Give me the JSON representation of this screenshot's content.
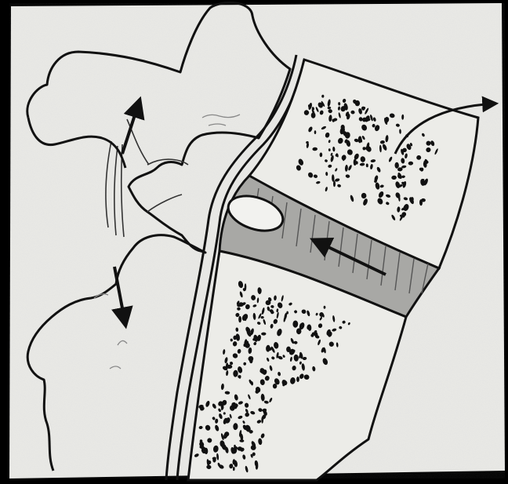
{
  "figure": {
    "style": "pen-and-ink anatomical drawing, black and white",
    "colors": {
      "border": "#000000",
      "paper": "#e9e9e6",
      "ink": "#111111",
      "disc_shade": "#a8a8a5",
      "foramen_fill": "#f2f2ef"
    },
    "structures": [
      "posterior-elements",
      "spinal-cord-line",
      "upper-vertebral-body",
      "intervertebral-disc",
      "lower-vertebral-body",
      "foramen-ellipse"
    ],
    "arrows": [
      "arrow-up-posterior",
      "arrow-down-posterior",
      "arrow-out-vertebral-body",
      "arrow-disc-herniation"
    ]
  }
}
